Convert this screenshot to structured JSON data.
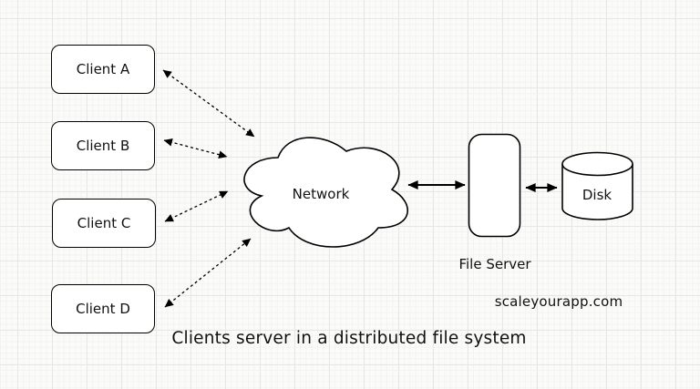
{
  "diagram": {
    "nodes": {
      "client_a": {
        "label": "Client A",
        "shape": "rounded-rectangle"
      },
      "client_b": {
        "label": "Client B",
        "shape": "rounded-rectangle"
      },
      "client_c": {
        "label": "Client C",
        "shape": "rounded-rectangle"
      },
      "client_d": {
        "label": "Client D",
        "shape": "rounded-rectangle"
      },
      "network": {
        "label": "Network",
        "shape": "cloud"
      },
      "file_server": {
        "label": "File Server",
        "shape": "rounded-rectangle"
      },
      "disk": {
        "label": "Disk",
        "shape": "cylinder"
      }
    },
    "edges": [
      {
        "from": "client_a",
        "to": "network",
        "style": "dashed",
        "arrows": "both"
      },
      {
        "from": "client_b",
        "to": "network",
        "style": "dashed",
        "arrows": "both"
      },
      {
        "from": "client_c",
        "to": "network",
        "style": "dashed",
        "arrows": "both"
      },
      {
        "from": "client_d",
        "to": "network",
        "style": "dashed",
        "arrows": "both"
      },
      {
        "from": "network",
        "to": "file_server",
        "style": "solid",
        "arrows": "both"
      },
      {
        "from": "file_server",
        "to": "disk",
        "style": "solid",
        "arrows": "both"
      }
    ],
    "caption": "Clients server in a distributed file system",
    "watermark": "scaleyourapp.com",
    "colors": {
      "stroke": "#000000",
      "node_fill": "#ffffff",
      "background": "#fbfbfa",
      "grid_minor": "#f3f3f2",
      "grid_major": "#e7e7e7",
      "text": "#111111"
    }
  }
}
